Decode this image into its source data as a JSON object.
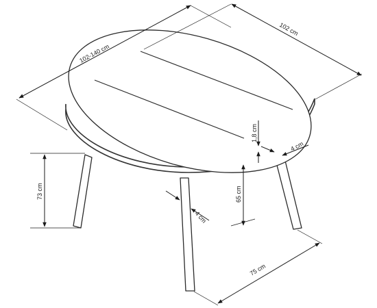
{
  "diagram": {
    "labels": {
      "length": "102-140 cm",
      "width": "102 cm",
      "top_thickness": "1,8 cm",
      "leg_width_right": "4 cm",
      "table_height": "73 cm",
      "clearance": "65 cm",
      "leg_width_front": "4 cm",
      "leg_span": "75 cm"
    },
    "colors": {
      "line": "#1a1a1a",
      "outline": "#2a2a2a",
      "background": "#ffffff"
    }
  }
}
